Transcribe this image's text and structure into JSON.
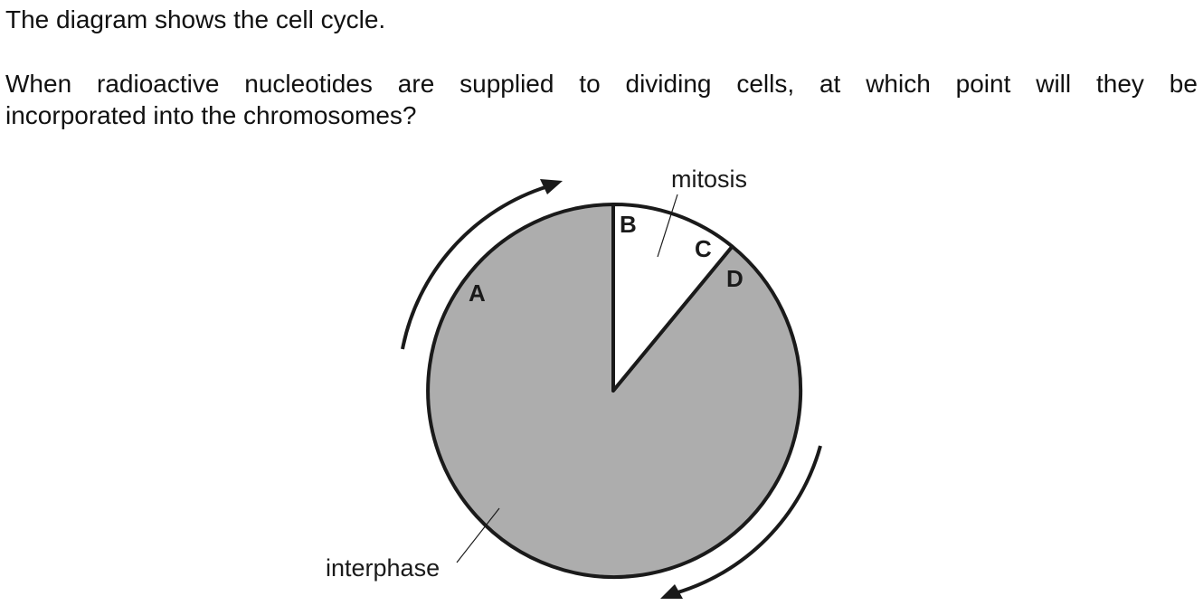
{
  "question": {
    "intro": "The diagram shows the cell cycle.",
    "line1_words": [
      "When",
      "radioactive",
      "nucleotides",
      "are",
      "supplied",
      "to",
      "dividing",
      "cells,",
      "at",
      "which",
      "point",
      "will",
      "they",
      "be"
    ],
    "line2": "incorporated into the chromosomes?"
  },
  "diagram": {
    "phases": {
      "mitosis": "mitosis",
      "interphase": "interphase"
    },
    "points": {
      "A": "A",
      "B": "B",
      "C": "C",
      "D": "D"
    },
    "colors": {
      "interphase_fill": "#adadad",
      "mitosis_fill": "#ffffff",
      "outline": "#1a1a1a"
    }
  }
}
